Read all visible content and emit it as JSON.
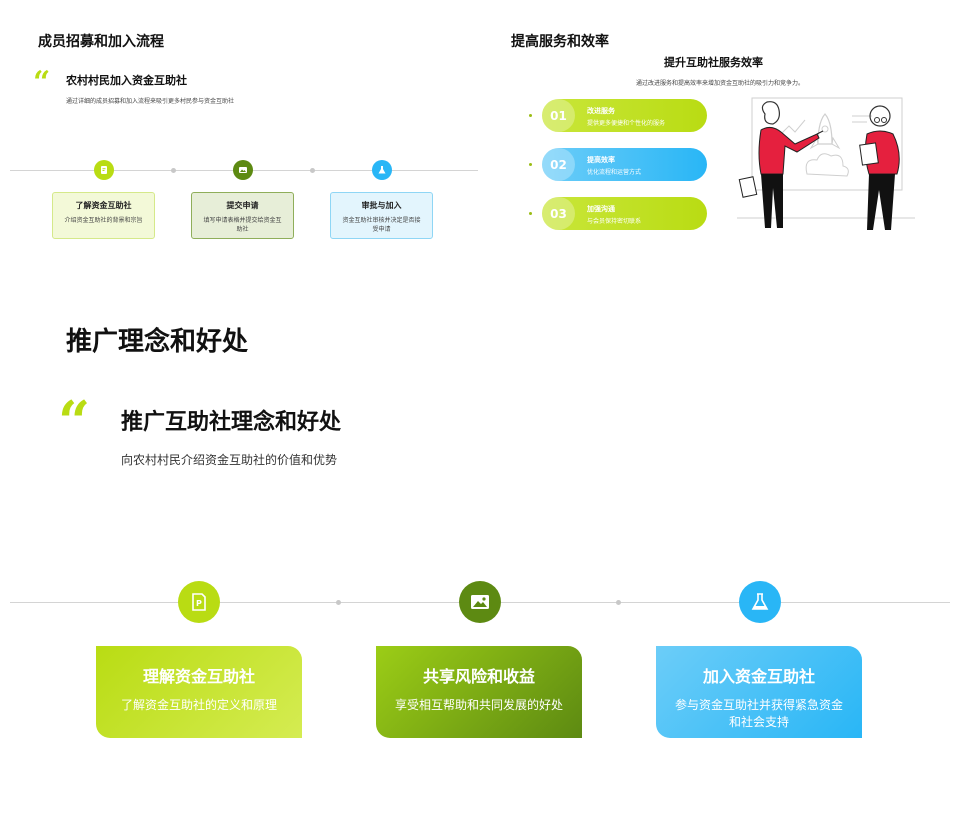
{
  "slide1": {
    "section_title": "成员招募和加入流程",
    "quote_mark": "“",
    "heading": "农村村民加入资金互助社",
    "subheading": "通过详细的成员招募和加入流程来吸引更多村民参与资金互助社",
    "steps": [
      {
        "icon": "document-icon",
        "title": "了解资金互助社",
        "desc": "介绍资金互助社的背景和宗旨"
      },
      {
        "icon": "image-icon",
        "title": "提交申请",
        "desc": "填写申请表格并提交给资金互助社"
      },
      {
        "icon": "flask-icon",
        "title": "审批与加入",
        "desc": "资金互助社审核并决定是否接受申请"
      }
    ]
  },
  "slide2": {
    "section_title": "提高服务和效率",
    "heading": "提升互助社服务效率",
    "subheading": "通过改进服务和提高效率来增加资金互助社的吸引力和竞争力。",
    "items": [
      {
        "num": "01",
        "title": "改进服务",
        "desc": "提供更多便捷和个性化的服务"
      },
      {
        "num": "02",
        "title": "提高效率",
        "desc": "优化流程和运营方式"
      },
      {
        "num": "03",
        "title": "加强沟通",
        "desc": "与会员保持密切联系"
      }
    ],
    "illustration": "people-presenting-rocket-illustration"
  },
  "slide3": {
    "section_title": "推广理念和好处",
    "quote_mark": "“",
    "heading": "推广互助社理念和好处",
    "subheading": "向农村村民介绍资金互助社的价值和优势",
    "cards": [
      {
        "icon": "document-icon",
        "title": "理解资金互助社",
        "desc": "了解资金互助社的定义和原理"
      },
      {
        "icon": "image-icon",
        "title": "共享风险和收益",
        "desc": "享受相互帮助和共同发展的好处"
      },
      {
        "icon": "flask-icon",
        "title": "加入资金互助社",
        "desc": "参与资金互助社并获得紧急资金和社会支持"
      }
    ]
  },
  "colors": {
    "lime": "#b9dc13",
    "green": "#5d8a12",
    "blue": "#29b6f6"
  }
}
